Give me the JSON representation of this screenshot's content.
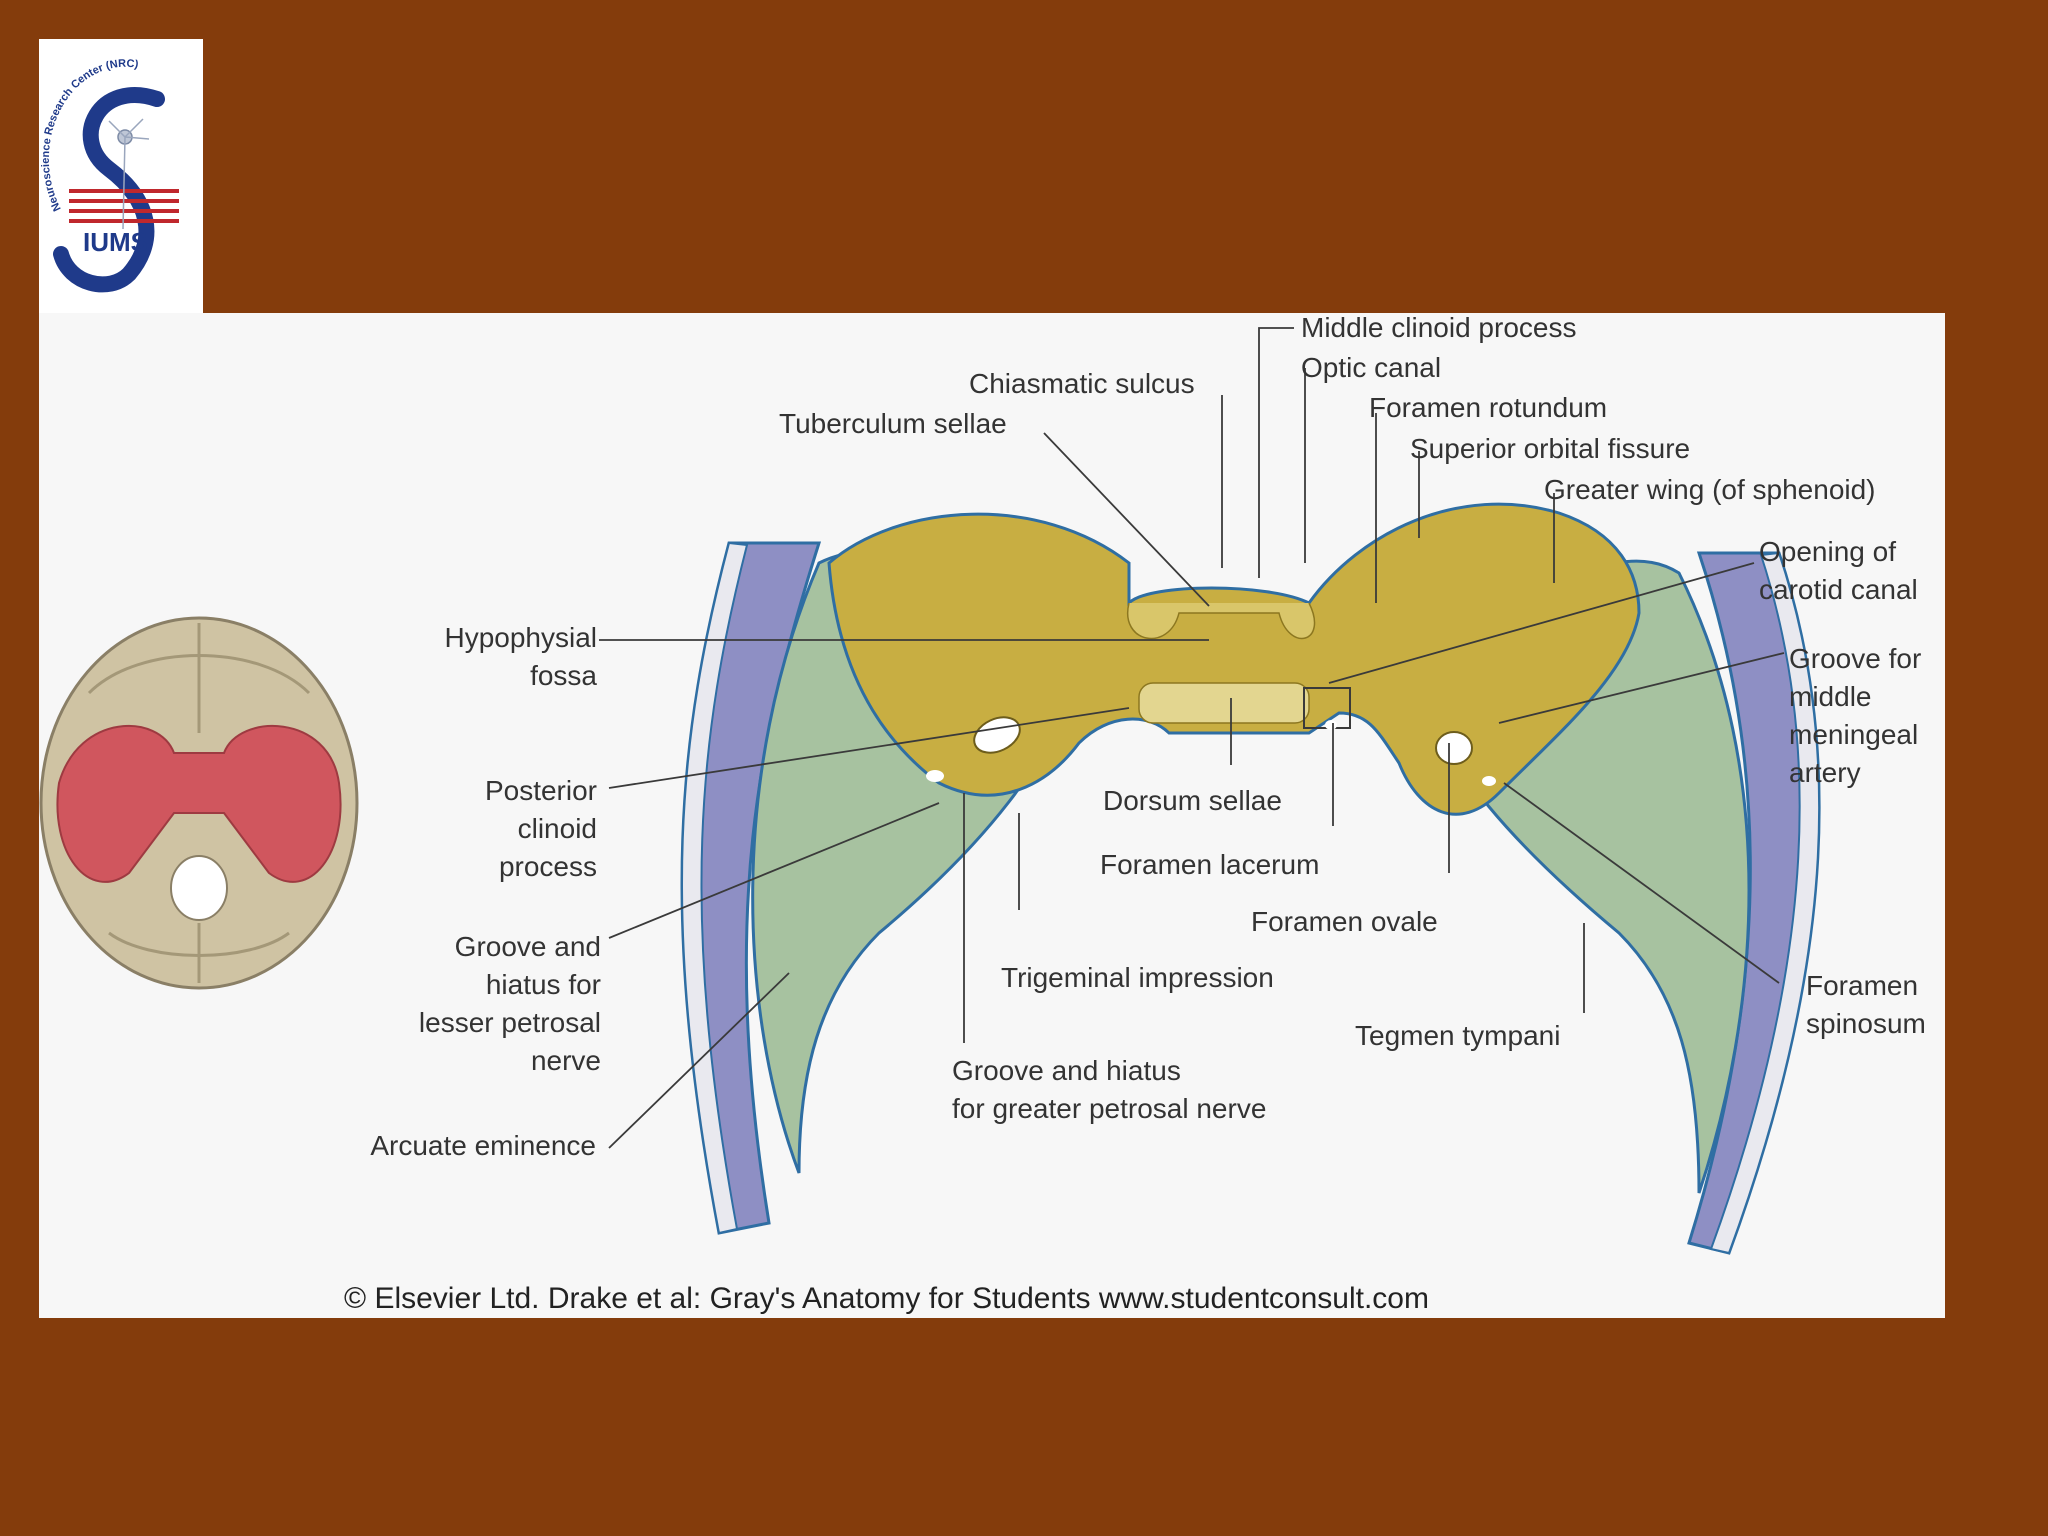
{
  "logo": {
    "ring_text": "Neuroscience Research Center (NRC)",
    "monogram": "IUMS",
    "colors": {
      "blue": "#1f3a8a",
      "red": "#c0282d"
    }
  },
  "figure": {
    "labels": {
      "middle_clinoid_process": "Middle clinoid process",
      "optic_canal": "Optic canal",
      "chiasmatic_sulcus": "Chiasmatic sulcus",
      "foramen_rotundum": "Foramen rotundum",
      "tuberculum_sellae": "Tuberculum sellae",
      "superior_orbital_fissure": "Superior orbital fissure",
      "greater_wing": "Greater wing (of sphenoid)",
      "opening_carotid": [
        "Opening of",
        "carotid canal"
      ],
      "hypophysial_fossa": [
        "Hypophysial",
        "fossa"
      ],
      "groove_middle_meningeal": [
        "Groove for",
        "middle",
        "meningeal",
        "artery"
      ],
      "posterior_clinoid": [
        "Posterior",
        "clinoid",
        "process"
      ],
      "dorsum_sellae": "Dorsum sellae",
      "foramen_lacerum": "Foramen lacerum",
      "foramen_ovale": "Foramen ovale",
      "groove_lesser_petrosal": [
        "Groove and",
        "hiatus for",
        "lesser petrosal",
        "nerve"
      ],
      "trigeminal_impression": "Trigeminal impression",
      "foramen_spinosum": [
        "Foramen",
        "spinosum"
      ],
      "tegmen_tympani": "Tegmen tympani",
      "groove_greater_petrosal": [
        "Groove and hiatus",
        "for greater petrosal nerve"
      ],
      "arcuate_eminence": "Arcuate eminence"
    },
    "copyright": "© Elsevier Ltd. Drake et al: Gray's Anatomy for Students www.studentconsult.com",
    "colors": {
      "sphenoid": "#c8ae42",
      "temporal": "#a7c2a0",
      "parietal": "#8e8fc4",
      "inset_highlight": "#d0565e",
      "inset_bone": "#cfc3a3",
      "outline": "#2f6ea3"
    }
  }
}
